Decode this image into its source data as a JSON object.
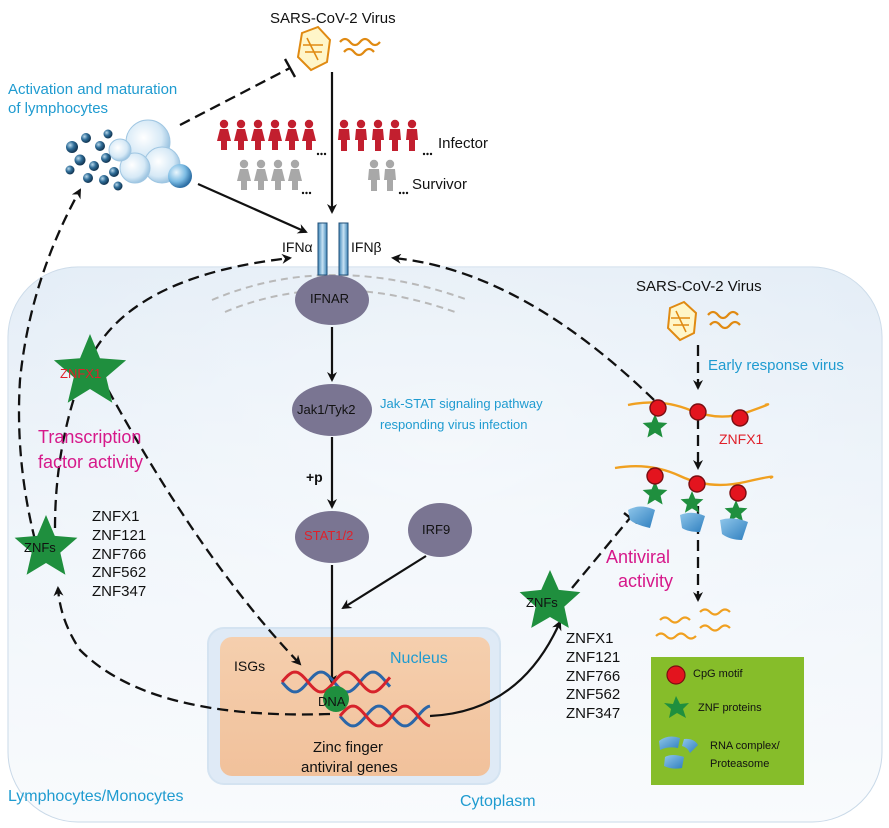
{
  "virus_top": "SARS-CoV-2 Virus",
  "virus_right": "SARS-CoV-2 Virus",
  "activation_label": [
    "Activation and maturation",
    "of lymphocytes"
  ],
  "infector_label": "Infector",
  "survivor_label": "Survivor",
  "ifn_alpha": "IFNα",
  "ifn_beta": "IFNβ",
  "ifnar": "IFNAR",
  "jak_tyk": "Jak1/Tyk2",
  "jak_stat_note": [
    "Jak-STAT signaling pathway",
    "responding virus infection"
  ],
  "plus_p": "+p",
  "stat": "STAT1/2",
  "irf9": "IRF9",
  "early_response": "Early response virus",
  "znfx1_left": "ZNFX1",
  "znfx1_right": "ZNFX1",
  "transcription_activity": [
    "Transcription",
    "factor activity"
  ],
  "znfs_left": "ZNFs",
  "znfs_right": "ZNFs",
  "znf_list_left": [
    "ZNFX1",
    "ZNF121",
    "ZNF766",
    "ZNF562",
    "ZNF347"
  ],
  "znf_list_right": [
    "ZNFX1",
    "ZNF121",
    "ZNF766",
    "ZNF562",
    "ZNF347"
  ],
  "antiviral_activity": [
    "Antiviral",
    "activity"
  ],
  "isgs": "ISGs",
  "nucleus": "Nucleus",
  "dna": "DNA",
  "zinc_finger_genes": [
    "Zinc finger",
    "antiviral genes"
  ],
  "cell_label": "Lymphocytes/Monocytes",
  "cytoplasm": "Cytoplasm",
  "legend": {
    "cpg": "CpG motif",
    "znf": "ZNF proteins",
    "rna": [
      "RNA complex/",
      "Proteasome"
    ]
  },
  "colors": {
    "infector": "#c21f2f",
    "survivor": "#a8a8a8",
    "znf_green": "#1f8f3e",
    "cpg_red": "#e3141e",
    "legend_bg": "#86bd2a",
    "nucleus_fill": "#f3c8a5"
  }
}
